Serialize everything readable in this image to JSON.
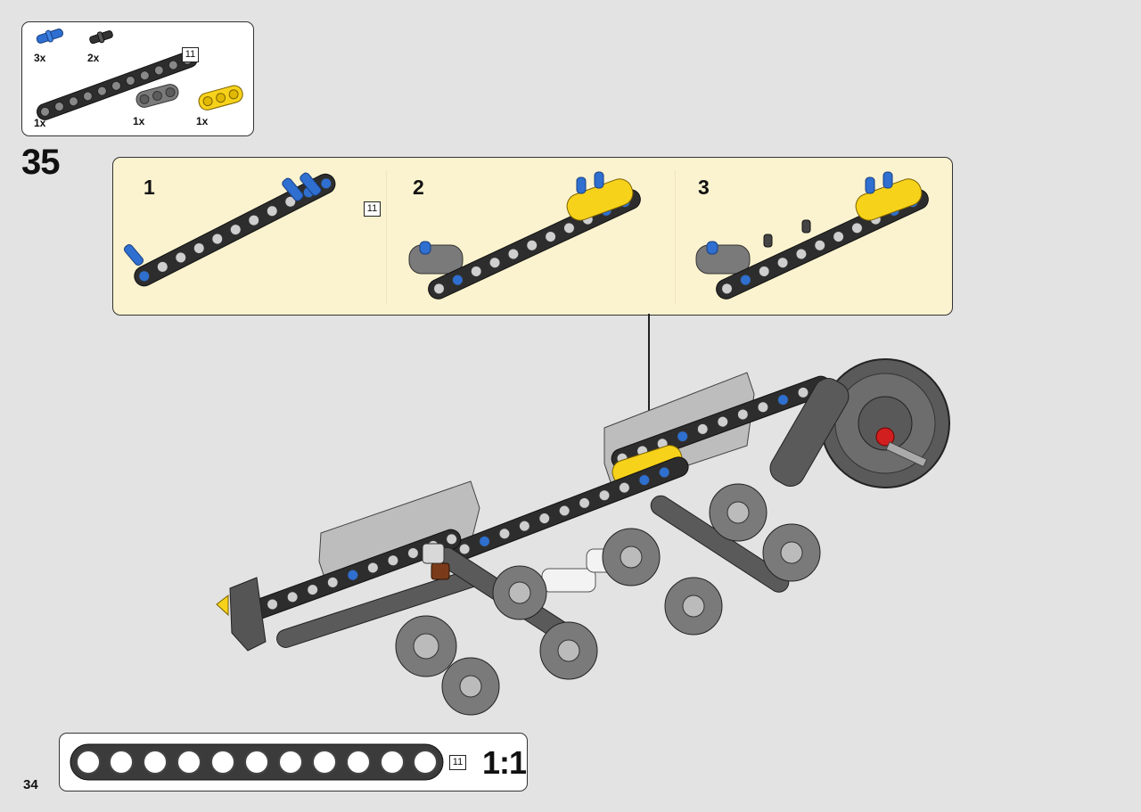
{
  "parts_list": {
    "items": [
      {
        "name": "blue-axle-pin",
        "quantity": "3x",
        "color": "#2e6fd0"
      },
      {
        "name": "black-pin",
        "quantity": "2x",
        "color": "#2a2a2a"
      },
      {
        "name": "black-beam-11",
        "quantity": "1x",
        "length_tag": "11",
        "color": "#2d2d2d"
      },
      {
        "name": "gray-beam-3",
        "quantity": "1x",
        "color": "#7a7a7a"
      },
      {
        "name": "yellow-beam-3",
        "quantity": "1x",
        "color": "#f7d21a"
      }
    ]
  },
  "step": {
    "number": "35",
    "substeps": [
      {
        "number": "1",
        "length_tag": "11"
      },
      {
        "number": "2"
      },
      {
        "number": "3"
      }
    ]
  },
  "scale_reference": {
    "length_tag": "11",
    "ratio": "1:1",
    "holes": 11
  },
  "page": {
    "number": "34"
  },
  "colors": {
    "background": "#e3e3e3",
    "substep_panel": "#fbf3cf",
    "beam_black": "#2d2d2d",
    "beam_gray": "#7a7a7a",
    "accent_yellow": "#f7d21a",
    "accent_blue": "#2e6fd0",
    "accent_red": "#d11f1f"
  }
}
